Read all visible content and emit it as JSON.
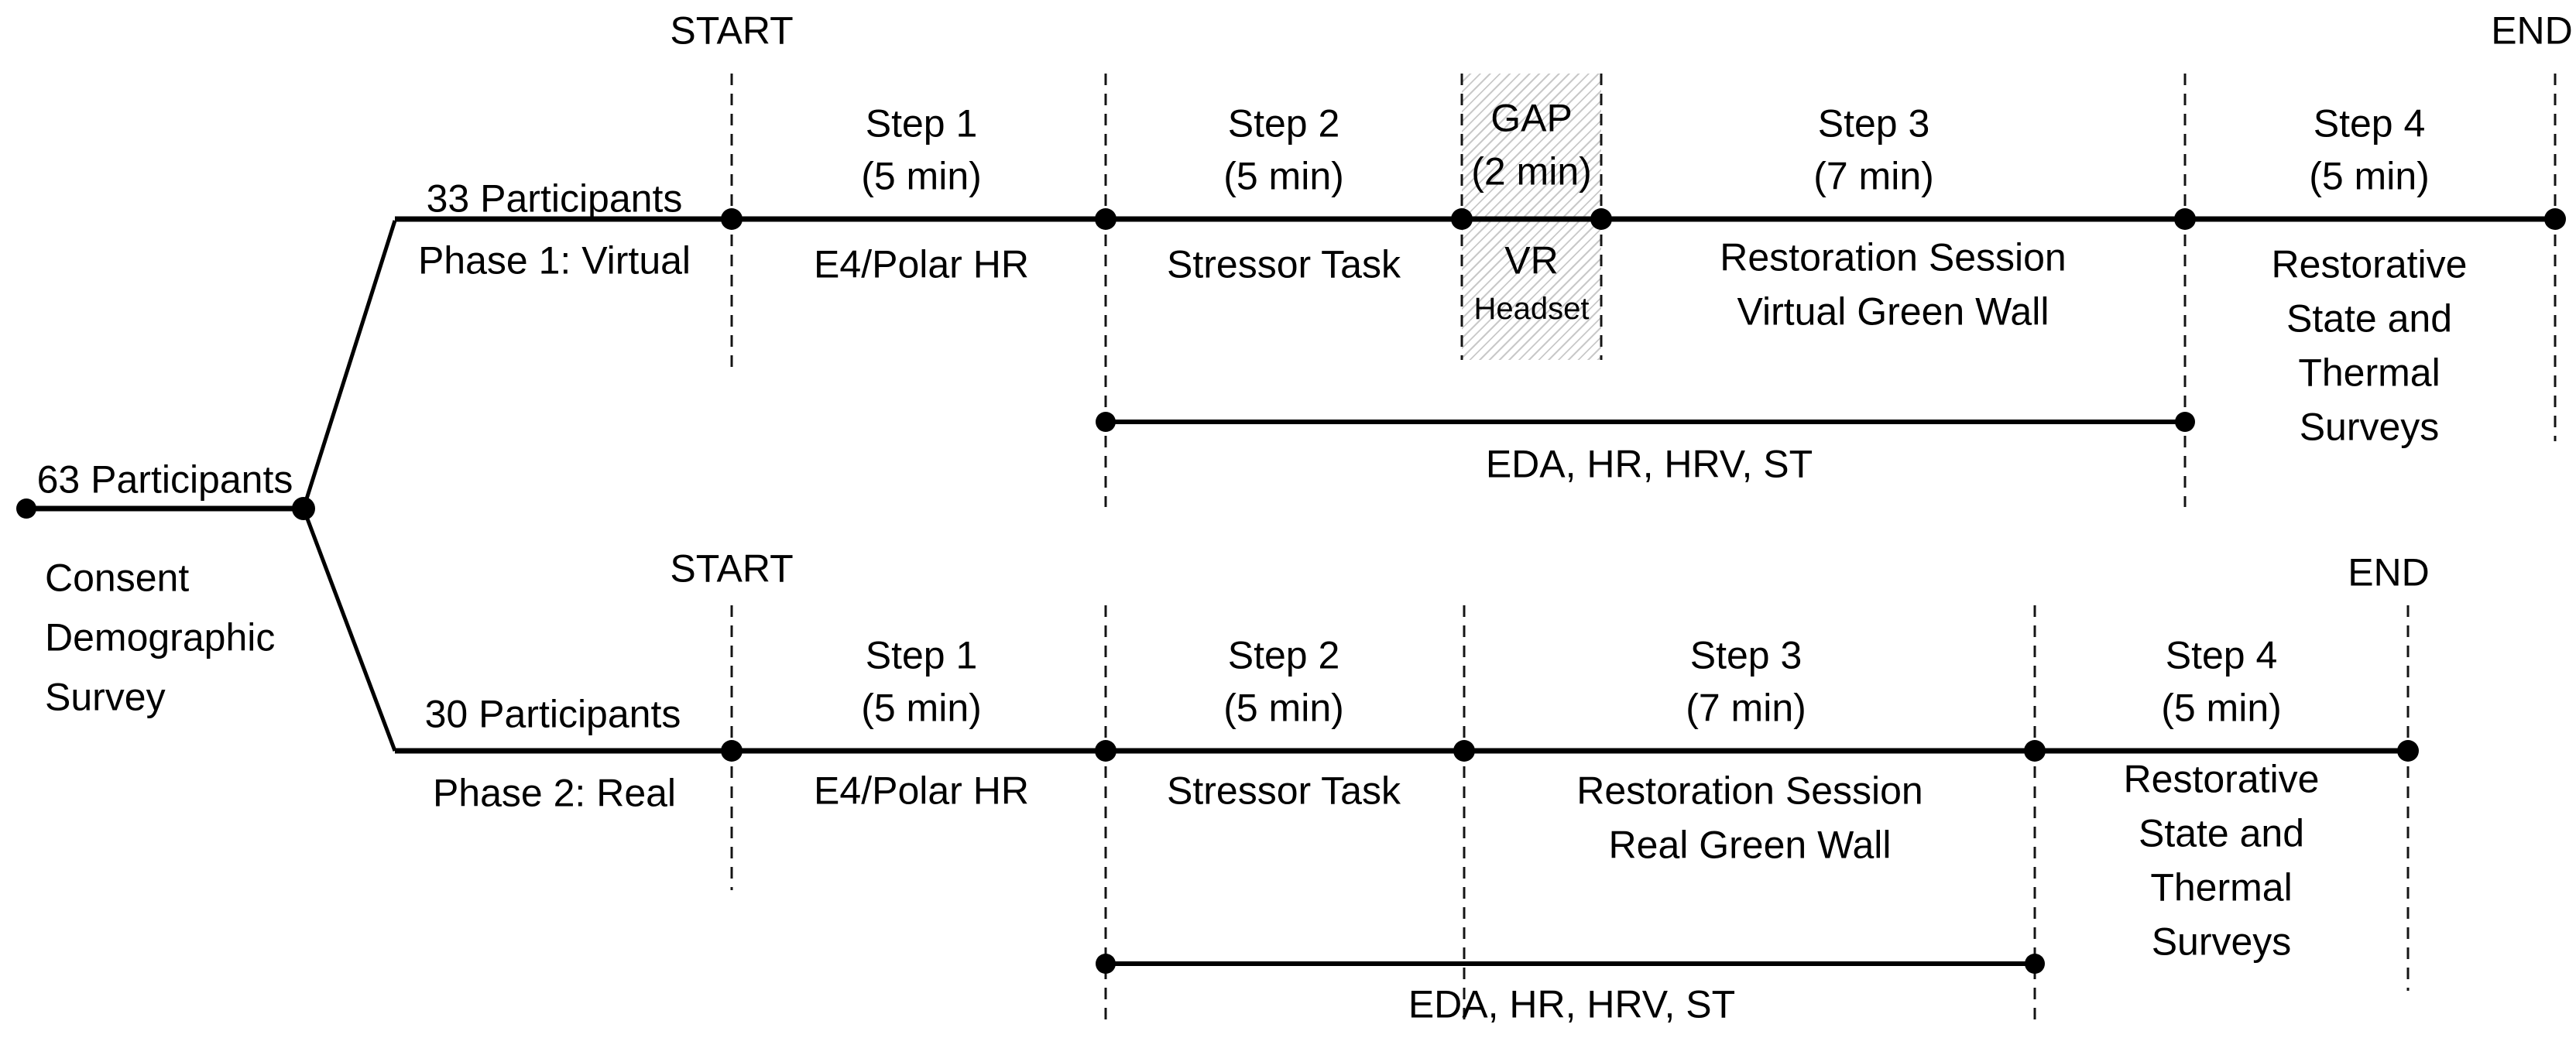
{
  "diagram": {
    "colors": {
      "background": "#ffffff",
      "line": "#000000",
      "hatch_line": "#c9c9c9"
    },
    "intake": {
      "count": "63 Participants",
      "lines": [
        "Consent",
        "Demographic",
        "Survey"
      ]
    },
    "phase1": {
      "start": "START",
      "end": "END",
      "count": "33 Participants",
      "name": "Phase 1: Virtual",
      "steps": [
        {
          "title": "Step 1",
          "duration": "(5 min)",
          "task": "E4/Polar HR"
        },
        {
          "title": "Step 2",
          "duration": "(5 min)",
          "task": "Stressor Task"
        },
        {
          "title": "GAP",
          "duration": "(2 min)",
          "task": "VR",
          "task2": "Headset"
        },
        {
          "title": "Step 3",
          "duration": "(7 min)",
          "task": "Restoration Session",
          "task2": "Virtual Green Wall"
        },
        {
          "title": "Step 4",
          "duration": "(5 min)",
          "task_lines": [
            "Restorative",
            "State and",
            "Thermal",
            "Surveys"
          ]
        }
      ],
      "sensors": "EDA, HR, HRV, ST"
    },
    "phase2": {
      "start": "START",
      "end": "END",
      "count": "30 Participants",
      "name": "Phase 2: Real",
      "steps": [
        {
          "title": "Step 1",
          "duration": "(5 min)",
          "task": "E4/Polar HR"
        },
        {
          "title": "Step 2",
          "duration": "(5 min)",
          "task": "Stressor Task"
        },
        {
          "title": "Step 3",
          "duration": "(7 min)",
          "task": "Restoration Session",
          "task2": "Real Green Wall"
        },
        {
          "title": "Step 4",
          "duration": "(5 min)",
          "task_lines": [
            "Restorative",
            "State and",
            "Thermal",
            "Surveys"
          ]
        }
      ],
      "sensors": "EDA, HR, HRV, ST"
    }
  }
}
